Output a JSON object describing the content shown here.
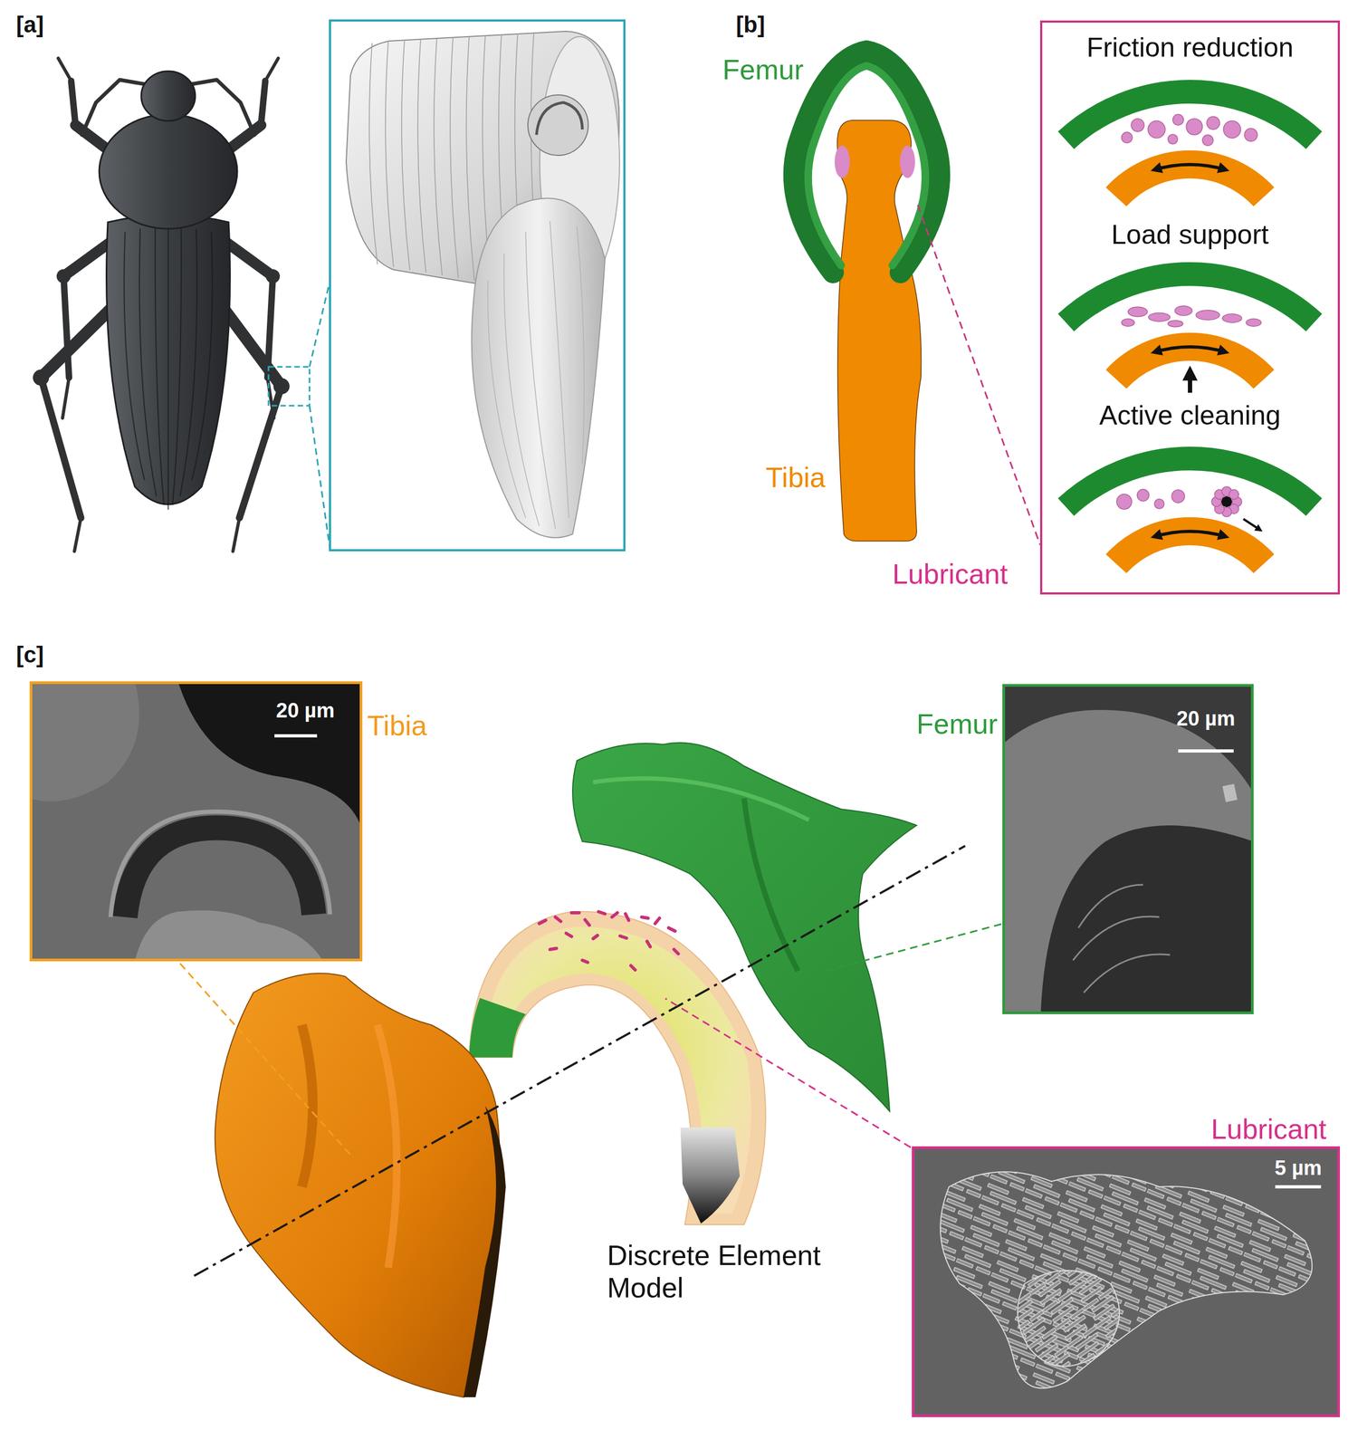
{
  "diagram": {
    "nodes": [
      {
        "text": [
          "Friction reduction",
          "Load support",
          "Active cleaning"
        ]
      },
      {
        "text": [
          "20 µm",
          "Tibia"
        ]
      },
      {
        "text": [
          "Femur",
          "20 µm"
        ]
      },
      {
        "text": [
          "Lubricant",
          "5 µm"
        ]
      }
    ],
    "labels": [
      "[a]",
      "[b]",
      "Femur",
      "Tibia",
      "Lubricant",
      "[c]",
      "Discrete Element Model"
    ]
  }
}
